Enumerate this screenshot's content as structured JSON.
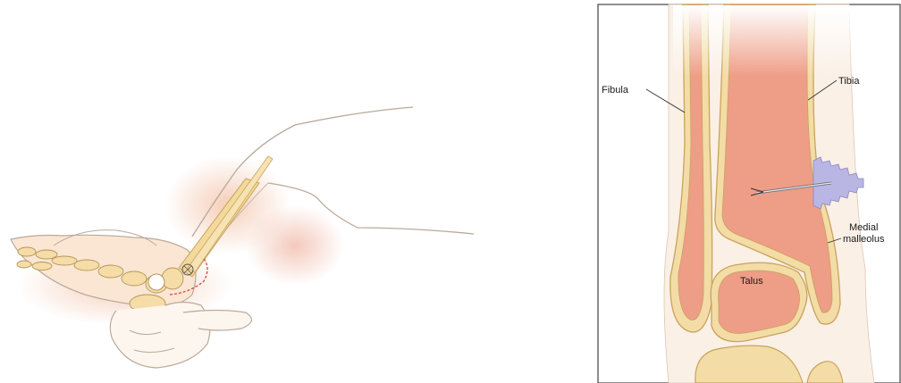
{
  "illustration_left": {
    "description_name": "foot-ankle-intraosseous-site"
  },
  "diagram_right": {
    "labels": {
      "fibula": "Fibula",
      "tibia": "Tibia",
      "medial_malleolus_line1": "Medial",
      "medial_malleolus_line2": "malleolus",
      "talus": "Talus"
    },
    "colors": {
      "bone_outer": "#f3dca6",
      "bone_marrow": "#ee9d86",
      "bone_edge": "#c8a45a",
      "skin": "#fbeee0",
      "device": "#b9b6e4"
    }
  }
}
